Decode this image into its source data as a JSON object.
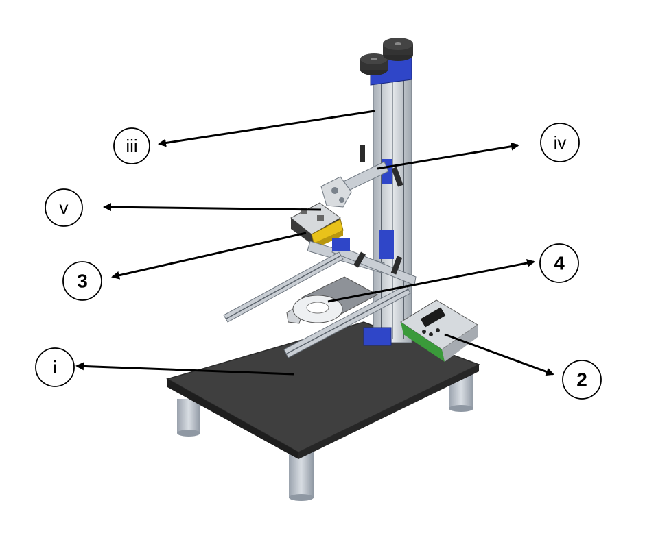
{
  "callouts": {
    "i": {
      "label": "i"
    },
    "iii": {
      "label": "iii"
    },
    "iv": {
      "label": "iv"
    },
    "v": {
      "label": "v"
    },
    "n2": {
      "label": "2"
    },
    "n3": {
      "label": "3"
    },
    "n4": {
      "label": "4"
    }
  },
  "colors": {
    "table_top": "#3f3f3f",
    "table_leg": "#b8bfc8",
    "aluminum": "#c9ced4",
    "blue_bracket": "#2f46c8",
    "yellow_part": "#e8c21a",
    "controller_body": "#d6dade",
    "arrow": "#000000"
  }
}
